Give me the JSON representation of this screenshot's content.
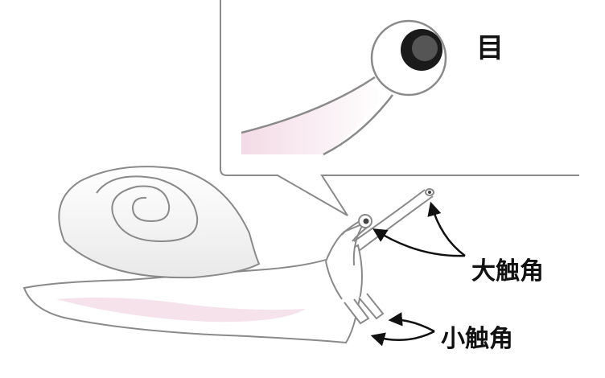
{
  "labels": {
    "eye": "目",
    "upper_tentacle": "大触角",
    "lower_tentacle": "小触角"
  },
  "colors": {
    "outline": "#8a8a8a",
    "arrow": "#111111",
    "pink_tint": "#f3dbe6",
    "eye_dark": "#1a1a1a"
  }
}
